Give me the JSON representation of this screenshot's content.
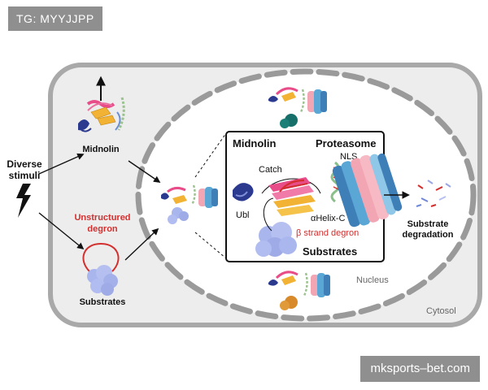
{
  "overlay": {
    "tag": "TG: MYYJJPP",
    "site": "mksports–bet.com"
  },
  "labels": {
    "diverse_stimuli_line1": "Diverse",
    "diverse_stimuli_line2": "stimuli",
    "midnolin_small": "Midnolin",
    "unstructured_line1": "Unstructured",
    "unstructured_line2": "degron",
    "substrates_small": "Substrates",
    "nucleus": "Nucleus",
    "cytosol": "Cytosol",
    "substrate_deg_line1": "Substrate",
    "substrate_deg_line2": "degradation"
  },
  "inset": {
    "midnolin": "Midnolin",
    "proteasome": "Proteasome",
    "catch": "Catch",
    "nls": "NLS",
    "ubl": "Ubl",
    "helix_c": "αHelix-C",
    "beta_strand": "β strand degron",
    "substrates": "Substrates"
  },
  "colors": {
    "cell_border": "#a9a9a9",
    "cell_fill": "#ededed",
    "nucleus_dash": "#9a9a9a",
    "accent_red": "#d32f2f",
    "proteasome_blue": "#5aa7d6",
    "proteasome_pink": "#f2a6b4",
    "substrate_lavender": "#a9b6ee",
    "ubl_navy": "#2b3a8f",
    "midnolin_gold": "#f2b233",
    "midnolin_pink": "#e84d8a"
  },
  "icons": [
    "lightning-icon",
    "arrow-icon"
  ]
}
